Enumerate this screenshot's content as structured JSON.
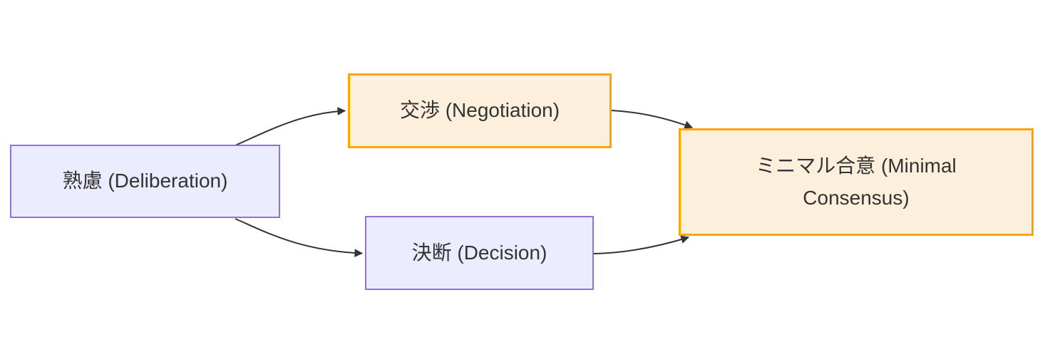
{
  "diagram": {
    "type": "flowchart-LR",
    "background_color": "#ffffff",
    "text_color": "#333333",
    "edge_color": "#333333",
    "node_styles": {
      "purple_fill": "#ECECFF",
      "purple_border": "#9370DB",
      "orange_fill": "#FCEFDC",
      "orange_border": "#FFA500"
    },
    "nodes": {
      "deliberation": {
        "label": "熟慮 (Deliberation)",
        "fill": "#ECECFF",
        "border": "#9370DB"
      },
      "negotiation": {
        "label": "交渉 (Negotiation)",
        "fill": "#FCEFDC",
        "border": "#FFA500"
      },
      "decision": {
        "label": "決断 (Decision)",
        "fill": "#ECECFF",
        "border": "#9370DB"
      },
      "minimal_consensus": {
        "label": "ミニマル合意 (Minimal Consensus)",
        "lines": [
          "ミニマル合意 (Minimal",
          "Consensus)"
        ],
        "fill": "#FCEFDC",
        "border": "#FFA500"
      }
    },
    "edges": [
      {
        "from": "deliberation",
        "to": "negotiation"
      },
      {
        "from": "deliberation",
        "to": "decision"
      },
      {
        "from": "negotiation",
        "to": "minimal_consensus"
      },
      {
        "from": "decision",
        "to": "minimal_consensus"
      }
    ]
  }
}
